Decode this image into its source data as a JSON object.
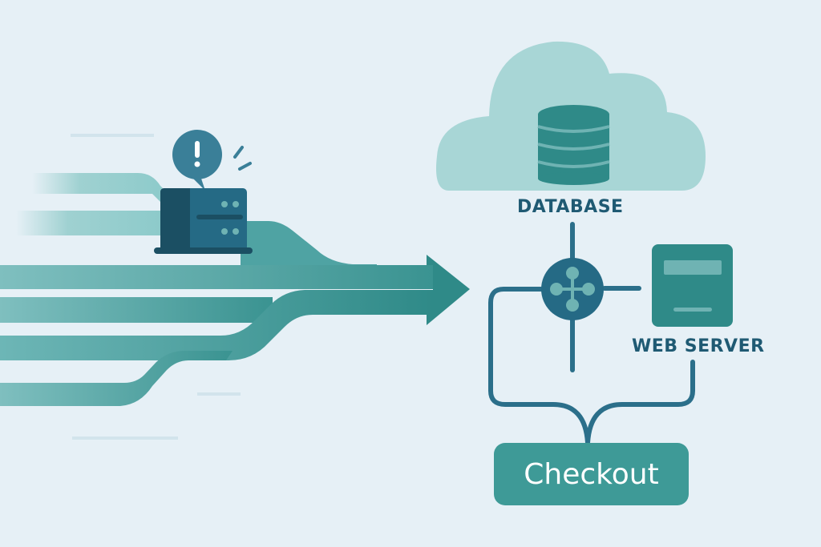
{
  "diagram": {
    "title": "Traffic rerouting to checkout",
    "colors": {
      "background": "#e6f0f6",
      "teal_light": "#9fd1d1",
      "teal_mid": "#4fa3a3",
      "teal_dark": "#2f8a88",
      "navy": "#1f5a73",
      "server_dark": "#1b4f63",
      "server_face": "#256a85",
      "cloud": "#a8d6d6",
      "checkout": "#3e9a97"
    },
    "nodes": {
      "alert_server": {
        "icon": "server-with-alert-icon",
        "alert_glyph": "!"
      },
      "database": {
        "label": "DATABASE",
        "icon": "database-cylinder-icon",
        "container": "cloud-icon"
      },
      "router": {
        "icon": "network-hub-icon"
      },
      "web_server": {
        "label": "WEB SERVER",
        "icon": "web-server-icon"
      },
      "checkout": {
        "label": "Checkout"
      }
    },
    "edges": [
      {
        "from": "traffic_streams",
        "to": "merge_arrow"
      },
      {
        "from": "database",
        "to": "router"
      },
      {
        "from": "router",
        "to": "web_server"
      },
      {
        "from": "router",
        "to": "checkout"
      },
      {
        "from": "web_server",
        "to": "checkout"
      }
    ]
  }
}
